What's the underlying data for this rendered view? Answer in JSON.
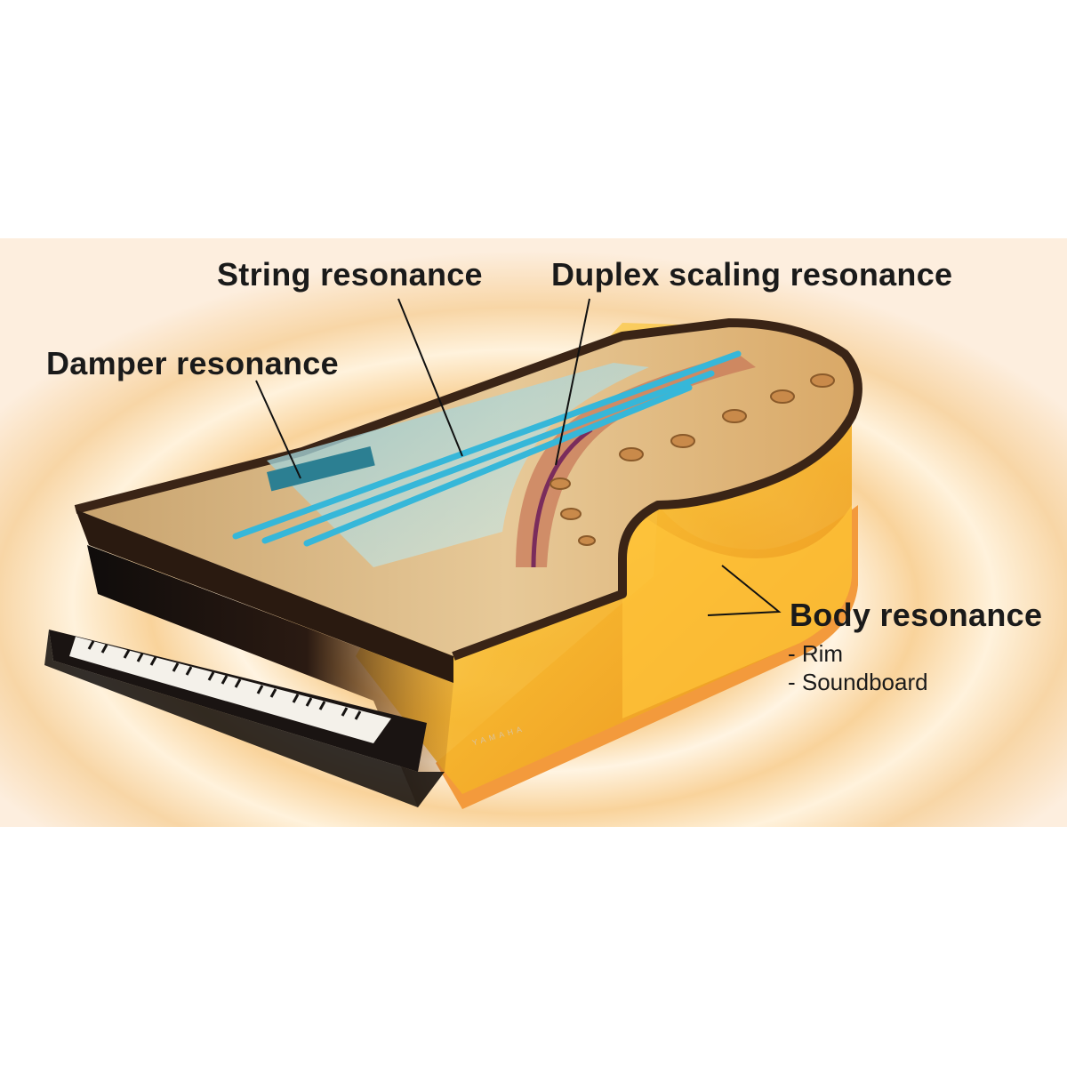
{
  "labels": {
    "string_resonance": "String resonance",
    "duplex_scaling_resonance": "Duplex scaling resonance",
    "damper_resonance": "Damper resonance",
    "body_resonance": "Body resonance",
    "body_parts": [
      "- Rim",
      "- Soundboard"
    ]
  },
  "brand": "YAMAHA",
  "colors": {
    "background_ripple": "#f7c98a",
    "string_lines": "#36b7d9",
    "body_glow": "#f5b72a",
    "rim_base": "#f39a3c",
    "piano_black": "#141110"
  }
}
